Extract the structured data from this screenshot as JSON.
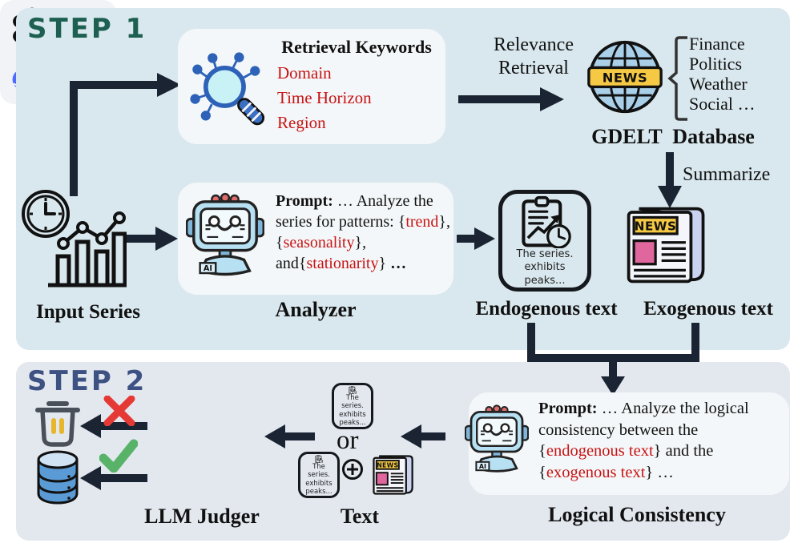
{
  "step1": {
    "title": "STEP 1",
    "retrieval": {
      "title": "Retrieval Keywords",
      "keywords": [
        "Domain",
        "Time Horizon",
        "Region"
      ]
    },
    "relevance": {
      "line1": "Relevance",
      "line2": "Retrieval"
    },
    "gdelt": {
      "news": "NEWS",
      "categories": [
        "Finance",
        "Politics",
        "Weather",
        "Social …"
      ],
      "label": "GDELT  Database"
    },
    "summarize": "Summarize",
    "input_series_label": "Input Series",
    "analyzer": {
      "prompt": {
        "lead": "Prompt:",
        "s1": " … Analyze the series for patterns: {",
        "r1": "trend",
        "s2": "}, {",
        "r2": "seasonality",
        "s3": "}, and{",
        "r3": "stationarity",
        "s4": "} ",
        "tail": "…"
      },
      "label": "Analyzer"
    },
    "endogenous": {
      "note": [
        "The series.",
        "exhibits",
        "peaks..."
      ],
      "label": "Endogenous text"
    },
    "exogenous": {
      "news": "NEWS",
      "label": "Exogenous text"
    }
  },
  "step2": {
    "title": "STEP 2",
    "judger_label": "LLM Judger",
    "or_label": "or",
    "text_label": "Text",
    "note": [
      "The series.",
      "exhibits",
      "peaks..."
    ],
    "news": "NEWS",
    "logical": {
      "prompt": {
        "lead": "Prompt:",
        "s1": " … Analyze the logical consistency between the {",
        "r1": "endogenous text",
        "s2": "} and the {",
        "r2": "exogenous text",
        "s3": "} …"
      },
      "label": "Logical Consistency"
    }
  },
  "icons": [
    "search-network-icon",
    "globe-news-icon",
    "clock-icon",
    "bar-chart-icon",
    "robot-icon",
    "clipboard-report-icon",
    "newspaper-icon",
    "trash-icon",
    "database-icon",
    "cross-icon",
    "check-icon",
    "openai-icon",
    "qwen-icon",
    "deepseek-icon",
    "llama-icon",
    "circle-plus-icon"
  ],
  "colors": {
    "panel1_bg": "#d9e8ee",
    "panel2_bg": "#e3e8ef",
    "card_bg": "#f4f7f9",
    "arrow": "#1b2433",
    "step1_title": "#1d5f50",
    "step2_title": "#3d5182",
    "keyword_red": "#c71414",
    "news_yellow": "#f6c944",
    "pink": "#e0679e",
    "cross_red": "#e53935",
    "check_green": "#58b368"
  }
}
